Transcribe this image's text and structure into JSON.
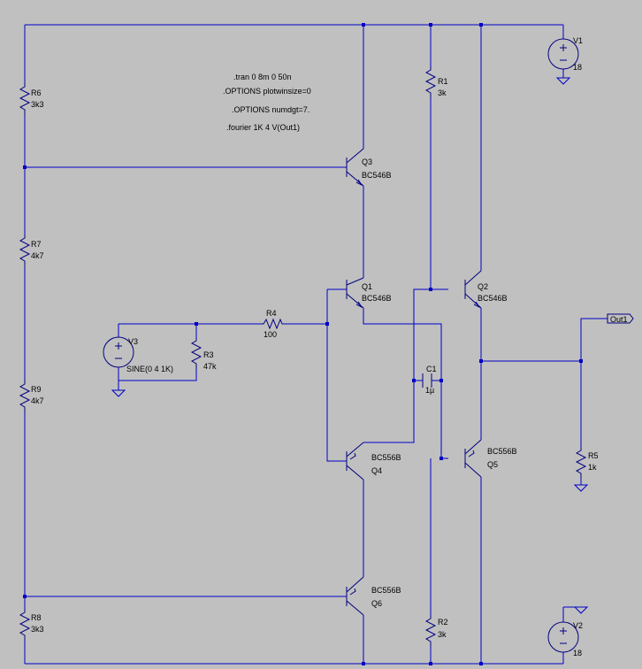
{
  "components": {
    "v1": {
      "name": "V1",
      "value": "18"
    },
    "v2": {
      "name": "V2",
      "value": "18"
    },
    "v3": {
      "name": "V3",
      "value": "SINE(0 4 1K)"
    },
    "r1": {
      "name": "R1",
      "value": "3k"
    },
    "r2": {
      "name": "R2",
      "value": "3k"
    },
    "r3": {
      "name": "R3",
      "value": "47k"
    },
    "r4": {
      "name": "R4",
      "value": "100"
    },
    "r5": {
      "name": "R5",
      "value": "1k"
    },
    "r6": {
      "name": "R6",
      "value": "3k3"
    },
    "r7": {
      "name": "R7",
      "value": "4k7"
    },
    "r8": {
      "name": "R8",
      "value": "3k3"
    },
    "r9": {
      "name": "R9",
      "value": "4k7"
    },
    "c1": {
      "name": "C1",
      "value": "1µ"
    },
    "q1": {
      "name": "Q1",
      "model": "BC546B"
    },
    "q2": {
      "name": "Q2",
      "model": "BC546B"
    },
    "q3": {
      "name": "Q3",
      "model": "BC546B"
    },
    "q4": {
      "name": "Q4",
      "model": "BC556B"
    },
    "q5": {
      "name": "Q5",
      "model": "BC556B"
    },
    "q6": {
      "name": "Q6",
      "model": "BC556B"
    }
  },
  "net_labels": {
    "out1": "Out1"
  },
  "directives": [
    ".tran 0 8m 0 50n",
    ".OPTIONS plotwinsize=0",
    ".OPTIONS numdgt=7.",
    ".fourier 1K 4 V(Out1)"
  ],
  "colors": {
    "background": "#c0c0c0",
    "wire": "#0000c8",
    "text": "#000000"
  }
}
